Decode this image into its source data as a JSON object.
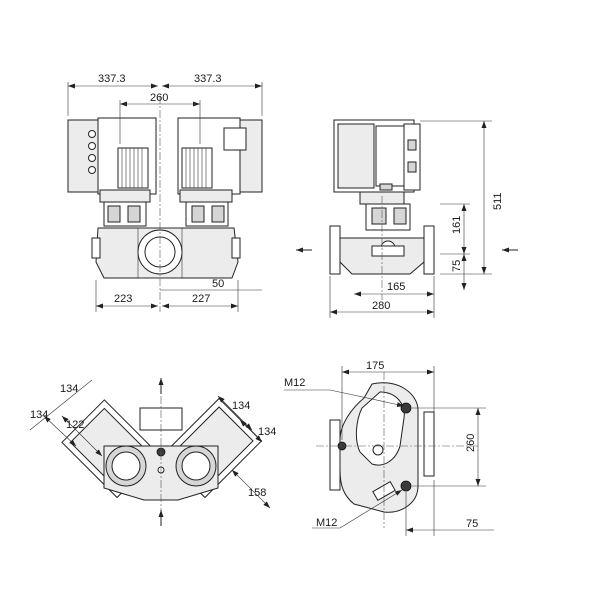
{
  "drawing": {
    "front_view": {
      "dim_left_width": "337.3",
      "dim_right_width": "337.3",
      "dim_motor_spacing": "260",
      "dim_left_to_axis": "223",
      "dim_axis_to_right": "227",
      "dim_height": "50"
    },
    "side_view": {
      "dim_total_height": "511",
      "dim_pump_height": "161",
      "dim_port_height": "75",
      "dim_half_length": "165",
      "dim_port_to_port": "280"
    },
    "top_view": {
      "dim_left_outer": "134",
      "dim_left_inner": "134",
      "dim_left_motor": "122",
      "dim_right_outer": "134",
      "dim_right_inner": "134",
      "dim_right_diag": "158"
    },
    "base_view": {
      "dim_width": "175",
      "dim_height": "260",
      "dim_offset": "75",
      "thread_top": "M12",
      "thread_bottom": "M12"
    }
  }
}
